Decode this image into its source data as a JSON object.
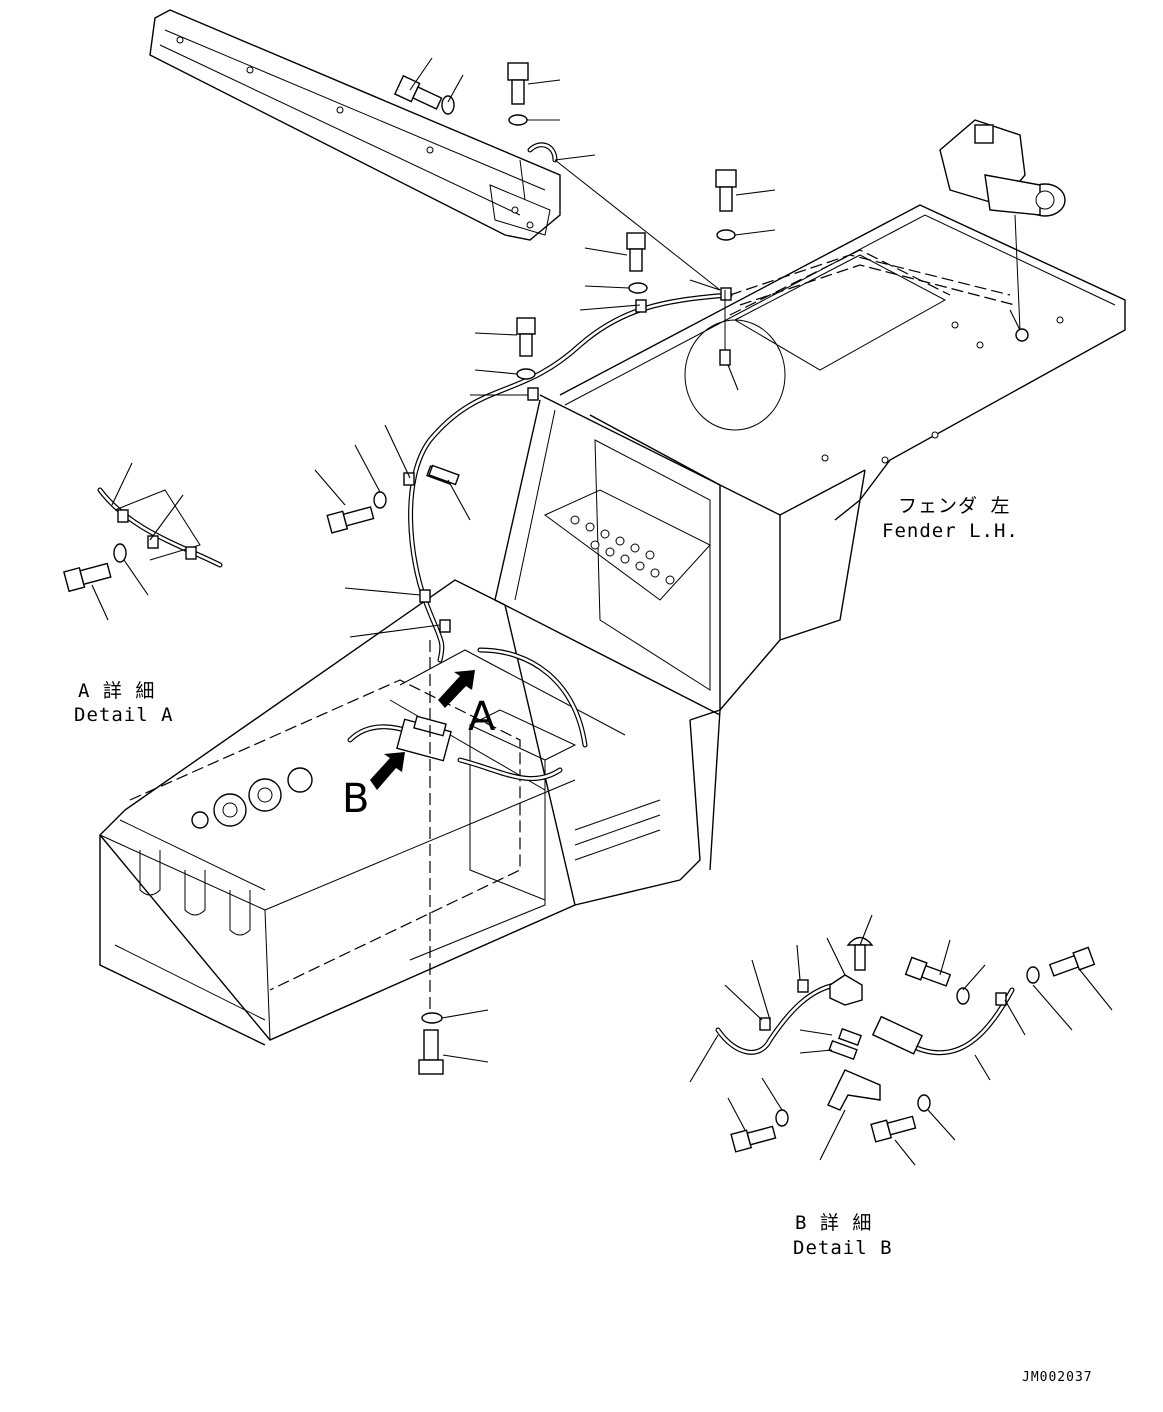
{
  "labels": {
    "fender_jp": "フェンダ 左",
    "fender_en": "Fender L.H.",
    "detail_a_jp": "A 詳 細",
    "detail_a_en": "Detail A",
    "detail_b_jp": "B 詳 細",
    "detail_b_en": "Detail B",
    "arrow_a": "A",
    "arrow_b": "B",
    "drawing_code": "JM002037"
  }
}
